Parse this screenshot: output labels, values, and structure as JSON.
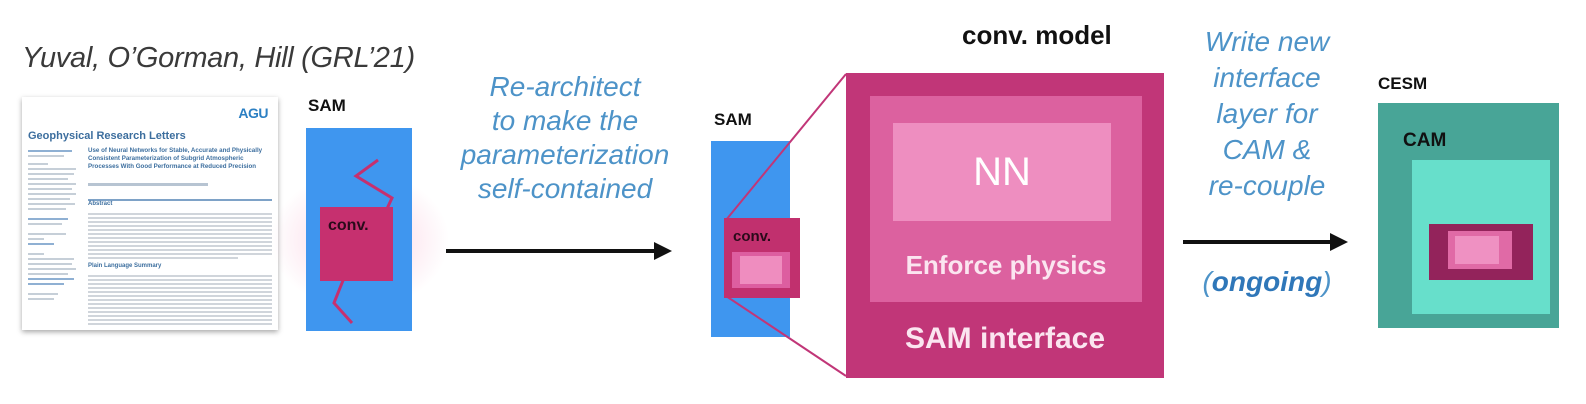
{
  "citation": "Yuval, O’Gorman, Hill (GRL’21)",
  "paper": {
    "publisher_logo": "AGU",
    "journal": "Geophysical Research Letters",
    "title": "Use of Neural Networks for Stable, Accurate and Physically Consistent Parameterization of Subgrid Atmospheric Processes With Good Performance at Reduced Precision",
    "section_1": "Abstract",
    "section_2": "Plain Language Summary"
  },
  "stage1": {
    "host_label": "SAM",
    "component_label": "conv."
  },
  "step1": {
    "lines": [
      "Re-architect",
      "to make the",
      "parameterization",
      "self-contained"
    ]
  },
  "stage2": {
    "host_label": "SAM",
    "component_label": "conv.",
    "zoom_title": "conv. model",
    "inner_label": "NN",
    "middle_label": "Enforce physics",
    "outer_label": "SAM interface"
  },
  "step2": {
    "lines": [
      "Write new",
      "interface",
      "layer for",
      "CAM &",
      "re-couple"
    ],
    "status_open": "(",
    "status": "ongoing",
    "status_close": ")"
  },
  "stage3": {
    "outer_label": "CESM",
    "inner_label": "CAM"
  },
  "colors": {
    "sam_blue": "#3f96ef",
    "conv_magenta": "#c13678",
    "enforce_pink": "#dc619f",
    "nn_pink": "#ee8ec0",
    "cesm_teal": "#48a597",
    "cam_aqua": "#67dfcb",
    "annotation_blue": "#4d93c8"
  }
}
